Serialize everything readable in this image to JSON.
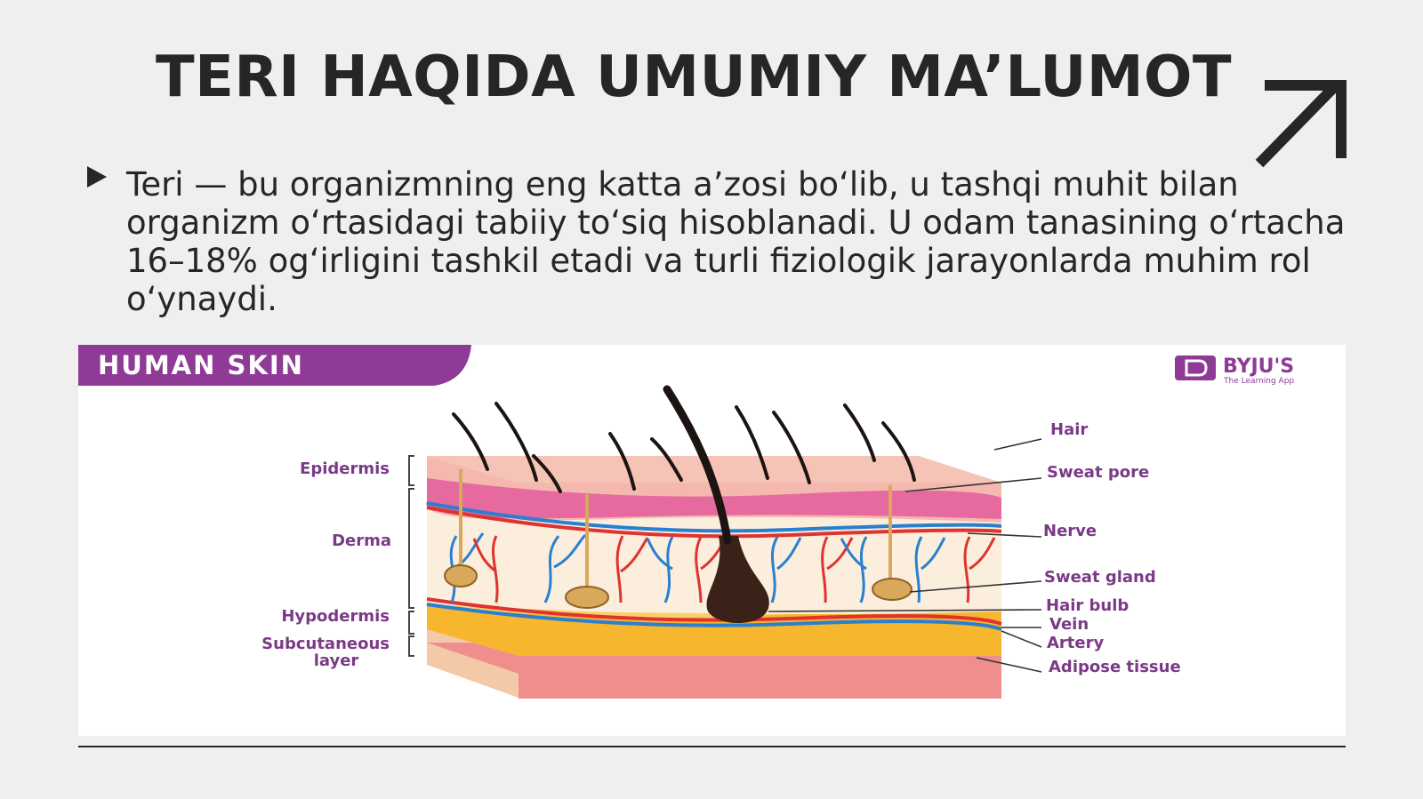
{
  "slide": {
    "title": "TERI HAQIDA UMUMIY MA’LUMOT",
    "bullet": "Teri — bu organizmning eng katta a’zosi bo‘lib, u tashqi muhit bilan organizm o‘rtasidagi tabiiy to‘siq hisoblanadi. U odam tanasining o‘rtacha 16–18% og‘irligini tashkil etadi va turli fiziologik jarayonlarda muhim rol o‘ynaydi."
  },
  "figure": {
    "banner": "HUMAN SKIN",
    "logo": {
      "brand": "BYJU'S",
      "tagline": "The Learning App"
    },
    "left_labels": {
      "epidermis": "Epidermis",
      "derma": "Derma",
      "hypodermis": "Hypodermis",
      "subcutaneous_1": "Subcutaneous",
      "subcutaneous_2": "layer"
    },
    "right_labels": {
      "hair": "Hair",
      "sweat_pore": "Sweat pore",
      "nerve": "Nerve",
      "sweat_gland": "Sweat gland",
      "hair_bulb": "Hair bulb",
      "vein": "Vein",
      "artery": "Artery",
      "adipose": "Adipose tissue"
    }
  },
  "colors": {
    "banner": "#8e3a96",
    "label": "#7a3a86",
    "epidermis": "#f4b8ae",
    "epidermis_dark": "#e66aa0",
    "derma": "#fbeedd",
    "fat": "#f6b62e",
    "base": "#f08e8e",
    "vein": "#2a7fd0",
    "artery": "#e0332f",
    "hair": "#1c1410"
  }
}
